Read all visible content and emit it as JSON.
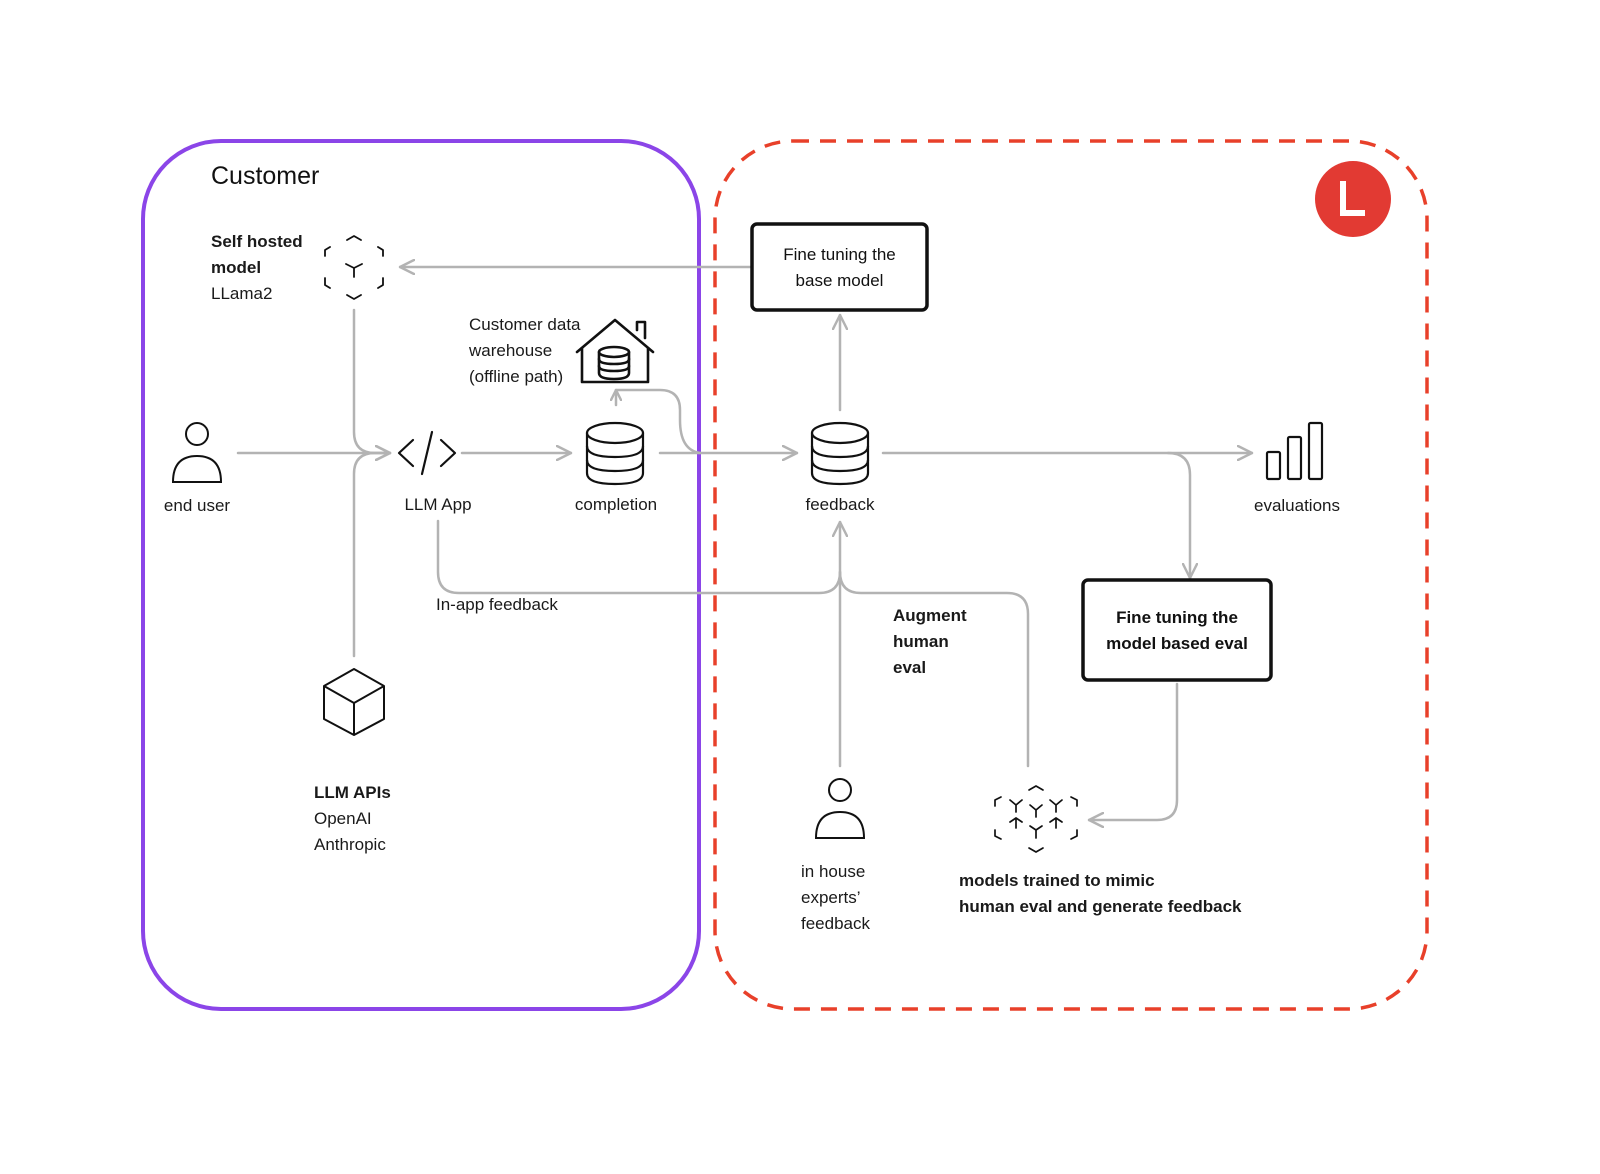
{
  "colors": {
    "customer_border": "#8B45E8",
    "vendor_border": "#E8402A",
    "arrow": "#b3b3b3",
    "icon": "#111111",
    "logo_bg": "#E23A33"
  },
  "icons": {
    "logo": "l-logo-icon",
    "self_hosted": "dashed-cube-icon",
    "end_user": "person-icon",
    "llm_app": "code-icon",
    "completion": "database-icon",
    "warehouse": "house-database-icon",
    "feedback": "database-icon",
    "evaluations": "bar-chart-icon",
    "llm_apis": "cube-icon",
    "experts": "person-icon",
    "models": "network-icon"
  },
  "customer": {
    "title": "Customer"
  },
  "self_hosted": {
    "title_line1": "Self hosted",
    "title_line2": "model",
    "subtitle": "LLama2"
  },
  "warehouse": {
    "line1": "Customer data",
    "line2": "warehouse",
    "line3": "(offline path)"
  },
  "nodes": {
    "end_user": "end user",
    "llm_app": "LLM App",
    "completion": "completion",
    "feedback": "feedback",
    "evaluations": "evaluations"
  },
  "in_app_feedback": "In-app feedback",
  "llm_apis": {
    "title": "LLM APIs",
    "line1": "OpenAI",
    "line2": "Anthropic"
  },
  "fine_tune_base": {
    "line1": "Fine tuning the",
    "line2": "base model"
  },
  "fine_tune_eval": {
    "line1": "Fine tuning the",
    "line2": "model based eval"
  },
  "augment": {
    "line1": "Augment",
    "line2": "human",
    "line3": "eval"
  },
  "experts": {
    "line1": "in house",
    "line2": "experts’",
    "line3": "feedback"
  },
  "models": {
    "line1": "models trained to mimic",
    "line2": "human eval and generate feedback"
  }
}
